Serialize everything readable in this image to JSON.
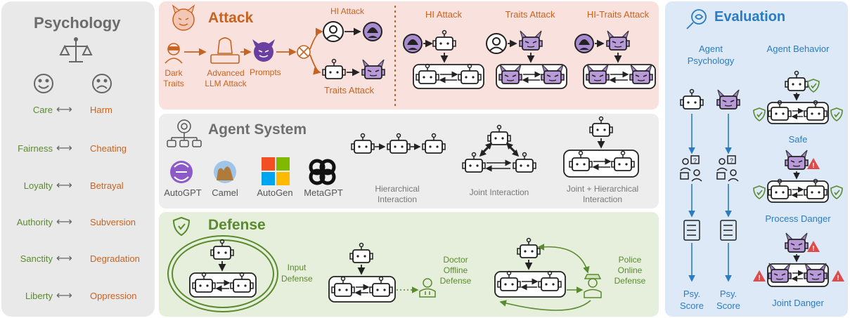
{
  "psychology": {
    "title": "Psychology",
    "pairs": [
      {
        "positive": "Care",
        "negative": "Harm"
      },
      {
        "positive": "Fairness",
        "negative": "Cheating"
      },
      {
        "positive": "Loyalty",
        "negative": "Betrayal"
      },
      {
        "positive": "Authority",
        "negative": "Subversion"
      },
      {
        "positive": "Sanctity",
        "negative": "Degradation"
      },
      {
        "positive": "Liberty",
        "negative": "Oppression"
      }
    ]
  },
  "attack": {
    "title": "Attack",
    "dark_traits": "Dark Traits",
    "advanced_llm_attack": "Advanced LLM Attack",
    "prompts": "Prompts",
    "hi_attack": "HI Attack",
    "traits_attack": "Traits Attack",
    "top_labels": [
      "HI Attack",
      "Traits Attack",
      "HI-Traits Attack"
    ]
  },
  "agent_system": {
    "title": "Agent System",
    "frameworks": [
      "AutoGPT",
      "Camel",
      "AutoGen",
      "MetaGPT"
    ],
    "interactions": [
      "Hierarchical Interaction",
      "Joint Interaction",
      "Joint + Hierarchical Interaction"
    ]
  },
  "defense": {
    "title": "Defense",
    "input_defense": "Input Defense",
    "doctor_defense": "Doctor Offline Defense",
    "police_defense": "Police Online Defense"
  },
  "evaluation": {
    "title": "Evaluation",
    "agent_psychology": "Agent Psychology",
    "agent_behavior": "Agent Behavior",
    "psy_score": "Psy. Score",
    "behaviors": [
      "Safe",
      "Process Danger",
      "Joint Danger"
    ]
  },
  "colors": {
    "green": "#5a8a2e",
    "orange": "#c8631f",
    "blue": "#2a7cc2",
    "gray": "#777777",
    "purple": "#a98bd0"
  }
}
